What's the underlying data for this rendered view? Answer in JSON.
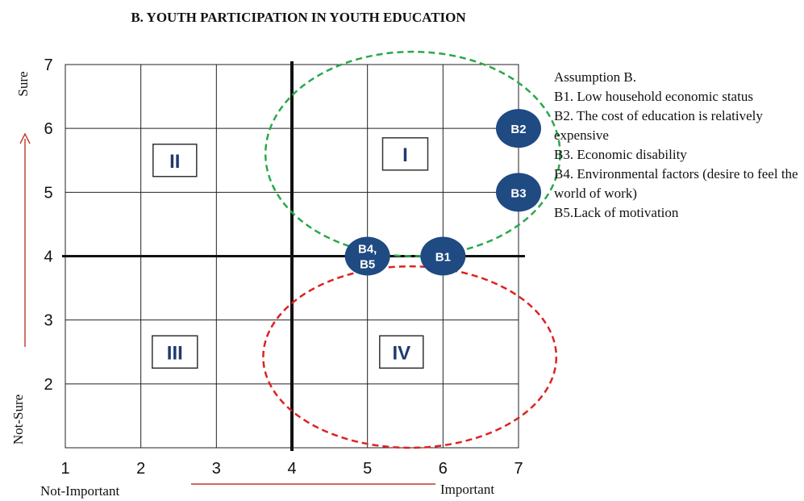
{
  "chart_data": {
    "type": "scatter",
    "title": "B. YOUTH PARTICIPATION IN YOUTH EDUCATION",
    "xlabel_left": "Not-Important",
    "xlabel_right": "Important",
    "ylabel_top": "Sure",
    "ylabel_bottom": "Not-Sure",
    "xlim": [
      1,
      7
    ],
    "ylim": [
      1,
      7
    ],
    "x_ticks": [
      "1",
      "2",
      "3",
      "4",
      "5",
      "6",
      "7"
    ],
    "y_ticks": [
      "2",
      "3",
      "4",
      "5",
      "6",
      "7"
    ],
    "x_tick_values": [
      1,
      2,
      3,
      4,
      5,
      6,
      7
    ],
    "y_tick_values": [
      2,
      3,
      4,
      5,
      6,
      7
    ],
    "axis_split": {
      "x": 4,
      "y": 4
    },
    "quadrants": [
      {
        "label": "I",
        "x": 5.5,
        "y": 5.6
      },
      {
        "label": "II",
        "x": 2.45,
        "y": 5.5
      },
      {
        "label": "III",
        "x": 2.45,
        "y": 2.5
      },
      {
        "label": "IV",
        "x": 5.45,
        "y": 2.5
      }
    ],
    "points": [
      {
        "label": "B1",
        "x": 6,
        "y": 4
      },
      {
        "label": "B2",
        "x": 7,
        "y": 6
      },
      {
        "label": "B3",
        "x": 7,
        "y": 5
      },
      {
        "label": "B4,\nB5",
        "x": 5,
        "y": 4
      }
    ],
    "grid": true,
    "colors": {
      "point": "#1f4a82",
      "green_ellipse": "#2aa84a",
      "red_ellipse": "#dd2222",
      "arrow": "#c0392b",
      "quadrant_text": "#1f3a6e"
    }
  },
  "legend": {
    "title": "Assumption B.",
    "items": [
      "B1. Low household economic status",
      "B2. The cost of education is relatively expensive",
      "B3. Economic disability",
      "B4. Environmental factors (desire to feel the world of work)",
      "B5.Lack of motivation"
    ]
  }
}
